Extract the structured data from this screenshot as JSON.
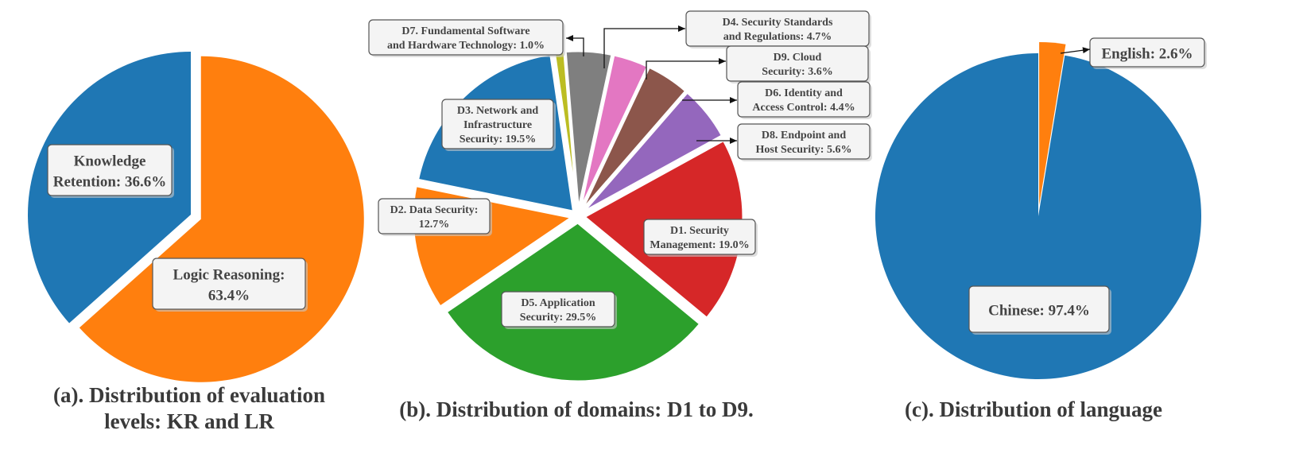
{
  "chart_data": [
    {
      "type": "pie",
      "title": "(a). Distribution of evaluation levels: KR and LR",
      "title_lines": [
        "(a). Distribution of evaluation",
        "levels: KR and LR"
      ],
      "slices": [
        {
          "key": "kr",
          "label_lines": [
            "Knowledge",
            "Retention: 36.6%"
          ],
          "value": 36.6,
          "color": "#1f77b4"
        },
        {
          "key": "lr",
          "label_lines": [
            "Logic Reasoning:",
            "63.4%"
          ],
          "value": 63.4,
          "color": "#ff7f0e"
        }
      ]
    },
    {
      "type": "pie",
      "title": "(b). Distribution of domains: D1 to D9.",
      "slices": [
        {
          "key": "d1",
          "label_lines": [
            "D1. Security",
            "Management: 19.0%"
          ],
          "value": 19.0,
          "color": "#d62728"
        },
        {
          "key": "d5",
          "label_lines": [
            "D5. Application",
            "Security: 29.5%"
          ],
          "value": 29.5,
          "color": "#2ca02c"
        },
        {
          "key": "d2",
          "label_lines": [
            "D2. Data Security:",
            "12.7%"
          ],
          "value": 12.7,
          "color": "#ff7f0e"
        },
        {
          "key": "d3",
          "label_lines": [
            "D3. Network and",
            "Infrastructure",
            "Security: 19.5%"
          ],
          "value": 19.5,
          "color": "#1f77b4"
        },
        {
          "key": "d7",
          "label_lines": [
            "D7. Fundamental Software",
            "and Hardware Technology: 1.0%"
          ],
          "value": 1.0,
          "color": "#bcbd22"
        },
        {
          "key": "d4",
          "label_lines": [
            "D4. Security Standards",
            "and Regulations: 4.7%"
          ],
          "value": 4.7,
          "color": "#7f7f7f"
        },
        {
          "key": "d9",
          "label_lines": [
            "D9. Cloud",
            "Security: 3.6%"
          ],
          "value": 3.6,
          "color": "#e377c2"
        },
        {
          "key": "d6",
          "label_lines": [
            "D6. Identity and",
            "Access Control: 4.4%"
          ],
          "value": 4.4,
          "color": "#8c564b"
        },
        {
          "key": "d8",
          "label_lines": [
            "D8. Endpoint and",
            "Host Security: 5.6%"
          ],
          "value": 5.6,
          "color": "#9467bd"
        }
      ]
    },
    {
      "type": "pie",
      "title": "(c). Distribution of language",
      "slices": [
        {
          "key": "english",
          "label_lines": [
            "English: 2.6%"
          ],
          "value": 2.6,
          "color": "#ff7f0e"
        },
        {
          "key": "chinese",
          "label_lines": [
            "Chinese: 97.4%"
          ],
          "value": 97.4,
          "color": "#1f77b4"
        }
      ]
    }
  ]
}
